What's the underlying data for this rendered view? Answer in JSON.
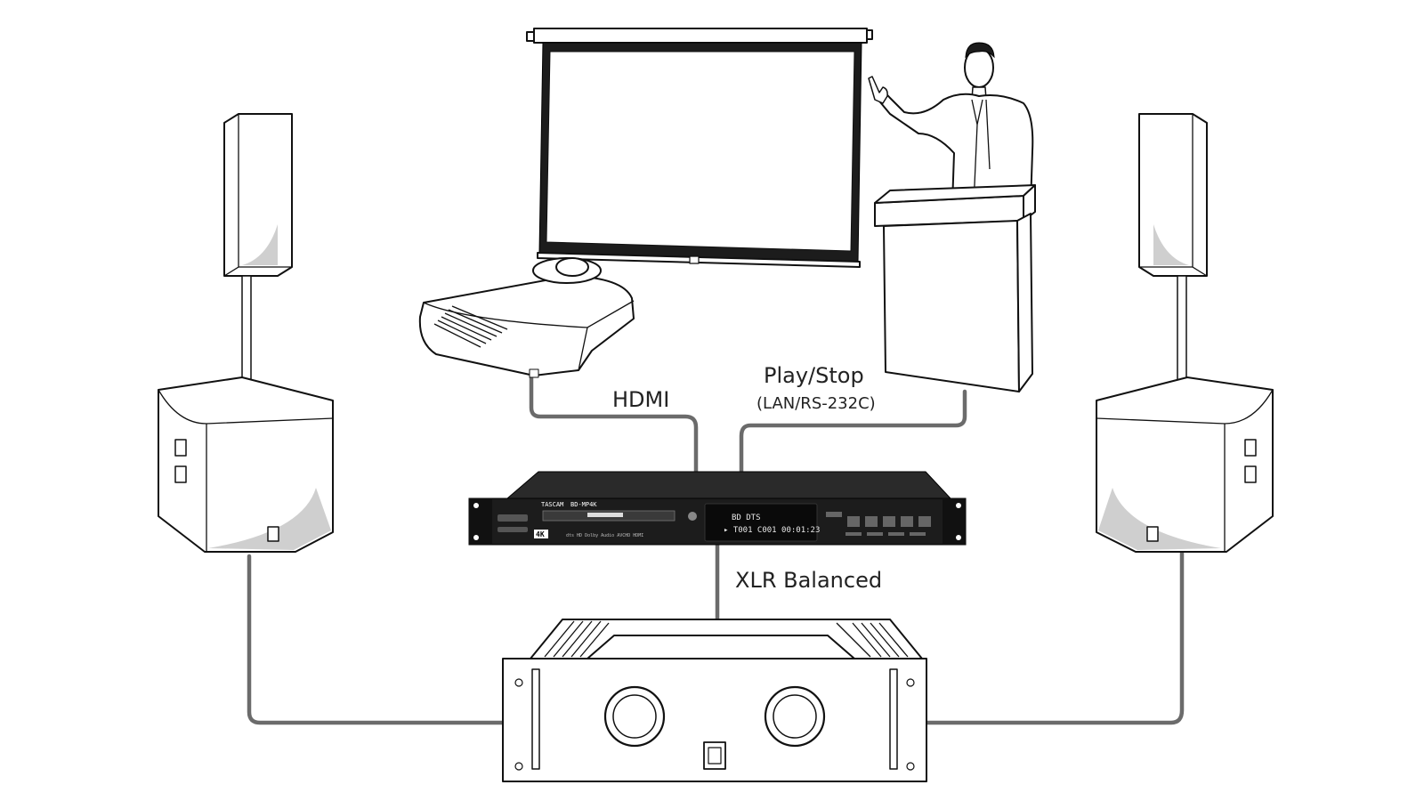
{
  "connections": {
    "hdmi_label": "HDMI",
    "control_label": "Play/Stop",
    "control_sublabel": "(LAN/RS-232C)",
    "audio_label": "XLR Balanced"
  },
  "player": {
    "brand": "TASCAM",
    "model": "BD-MP4K",
    "display_line1": "BD   DTS",
    "display_line2": "▸ T001 C001  00:01:23",
    "badge_4k": "4K",
    "logos": "dts HD   Dolby Audio   AVCHD  HDMI"
  },
  "colors": {
    "cable": "#6b6b6b",
    "line_art": "#111111",
    "player_body": "#1c1c1c",
    "background": "#ffffff"
  }
}
